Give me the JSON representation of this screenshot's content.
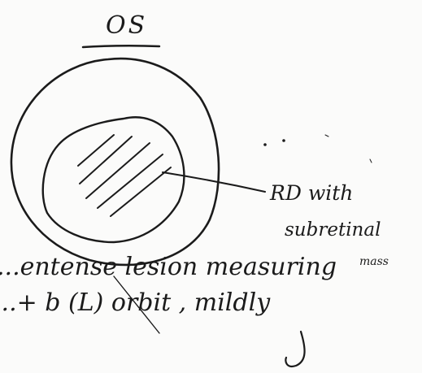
{
  "sketch": {
    "title": "OS",
    "label_line1": "RD with",
    "label_line2": "subretinal",
    "label_line3": "mass",
    "note_line1": "...entense lesion measuring",
    "note_line2": "...+ b (L) orbit , mildly"
  }
}
